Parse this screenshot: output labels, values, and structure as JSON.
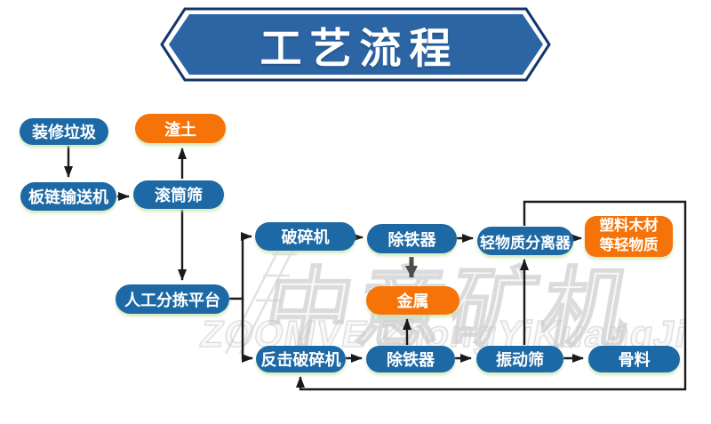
{
  "banner": {
    "title": "工艺流程"
  },
  "watermark": {
    "brand_cn": "中意矿机",
    "brand_en": "ZOOMVE ZhongYiKuangJi"
  },
  "colors": {
    "node_blue": "#1d69a5",
    "node_orange": "#f57309",
    "banner_fill": "#2b65a4",
    "banner_border": "#14356b",
    "arrow_black": "#1a1a1a",
    "arrow_gray": "#4d4d4d"
  },
  "nodes": [
    {
      "label": "装修垃圾"
    },
    {
      "label": "渣土"
    },
    {
      "label": "板链输送机"
    },
    {
      "label": "滚筒筛"
    },
    {
      "label": "人工分拣平台"
    },
    {
      "label": "破碎机"
    },
    {
      "label": "除铁器"
    },
    {
      "label": "轻物质分离器"
    },
    {
      "label": "塑料木材",
      "label2": "等轻物质"
    },
    {
      "label": "金属"
    },
    {
      "label": "反击破碎机"
    },
    {
      "label": "除铁器"
    },
    {
      "label": "振动筛"
    },
    {
      "label": "骨料"
    }
  ]
}
